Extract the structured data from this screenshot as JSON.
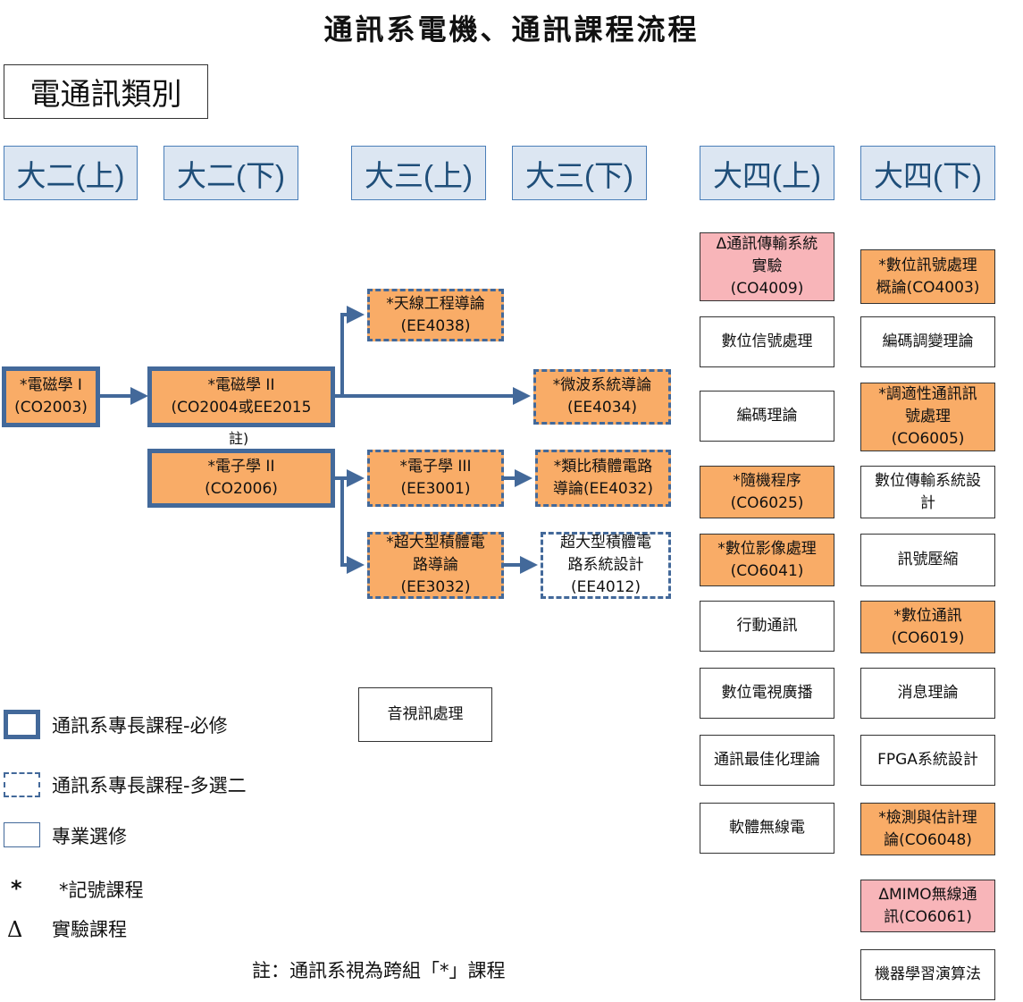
{
  "title": "通訊系電機、通訊課程流程",
  "category": "電通訊類別",
  "semesters": [
    "大二(上)",
    "大二(下)",
    "大三(上)",
    "大三(下)",
    "大四(上)",
    "大四(下)"
  ],
  "flow": {
    "em1": "*電磁學 I\n(CO2003)",
    "em2": "*電磁學 II\n(CO2004或EE2015",
    "em2_note": "註)",
    "elec2": "*電子學 II\n(CO2006)",
    "antenna": "*天線工程導論\n(EE4038)",
    "microwave": "*微波系統導論\n(EE4034)",
    "elec3": "*電子學 III\n(EE3001)",
    "analog_ic": "*類比積體電路\n導論(EE4032)",
    "vlsi_intro": "*超大型積體電\n路導論\n(EE3032)",
    "vlsi_design": "超大型積體電\n路系統設計\n(EE4012)",
    "av": "音視訊處理"
  },
  "senior_fall": [
    {
      "label": "Δ通訊傳輸系統\n實驗\n(CO4009)",
      "style": "pink"
    },
    {
      "label": "數位信號處理",
      "style": "plain"
    },
    {
      "label": "編碼理論",
      "style": "plain"
    },
    {
      "label": "*隨機程序\n(CO6025)",
      "style": "orange"
    },
    {
      "label": "*數位影像處理\n(CO6041)",
      "style": "orange"
    },
    {
      "label": "行動通訊",
      "style": "plain"
    },
    {
      "label": "數位電視廣播",
      "style": "plain"
    },
    {
      "label": "通訊最佳化理論",
      "style": "plain"
    },
    {
      "label": "軟體無線電",
      "style": "plain"
    }
  ],
  "senior_spring": [
    {
      "label": "*數位訊號處理\n概論(CO4003)",
      "style": "orange"
    },
    {
      "label": "編碼調變理論",
      "style": "plain"
    },
    {
      "label": "*調適性通訊訊\n號處理\n(CO6005)",
      "style": "orange"
    },
    {
      "label": "數位傳輸系統設\n計",
      "style": "plain"
    },
    {
      "label": "訊號壓縮",
      "style": "plain"
    },
    {
      "label": "*數位通訊\n(CO6019)",
      "style": "orange"
    },
    {
      "label": "消息理論",
      "style": "plain"
    },
    {
      "label": "FPGA系統設計",
      "style": "plain"
    },
    {
      "label": "*檢測與估計理\n論(CO6048)",
      "style": "orange"
    },
    {
      "label": "ΔMIMO無線通\n訊(CO6061)",
      "style": "pink"
    },
    {
      "label": "機器學習演算法",
      "style": "plain"
    }
  ],
  "legend": {
    "required": "通訊系專長課程-必修",
    "choose_two": "通訊系專長課程-多選二",
    "elective": "專業選修",
    "star_symbol": "*",
    "star": "*記號課程",
    "delta_symbol": "Δ",
    "lab": "實驗課程"
  },
  "footnote": "註：通訊系視為跨組「*」課程",
  "colors": {
    "orange": "#f9ac67",
    "pink": "#f8b5b9",
    "blue": "#43699a",
    "sem_fill": "#dce6f2"
  }
}
